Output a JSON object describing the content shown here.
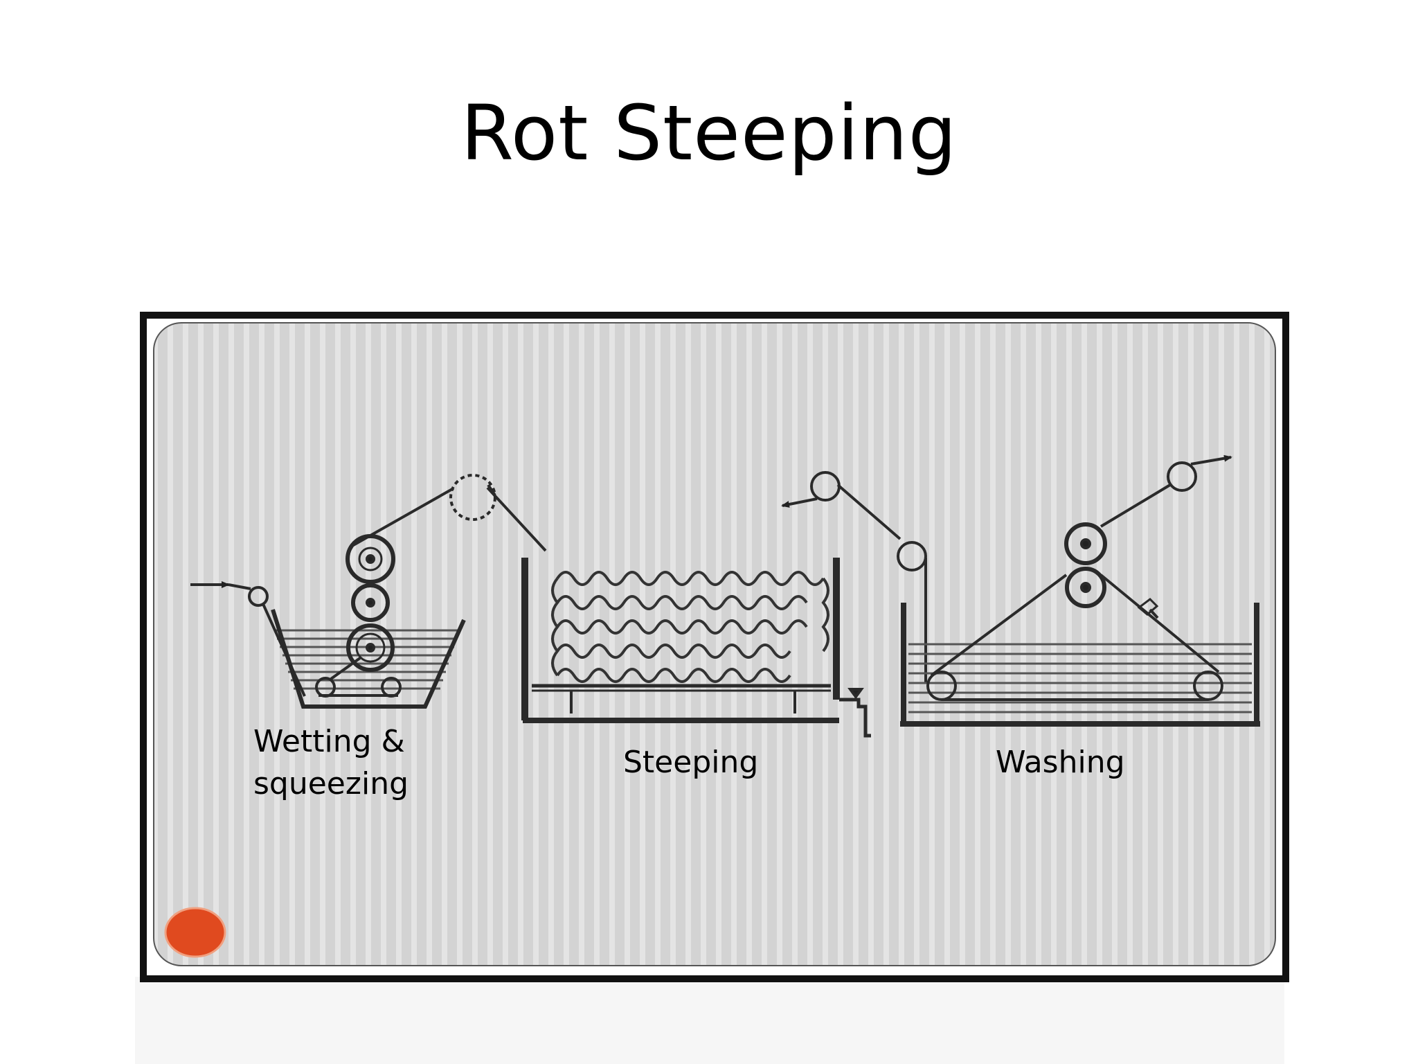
{
  "title": "Rot Steeping",
  "stages": {
    "wetting_line1": "Wetting &",
    "wetting_line2": "squeezing",
    "steeping": "Steeping",
    "washing": "Washing"
  },
  "colors": {
    "frame_border": "#111111",
    "panel_fill": "#d4d4d4",
    "stripe": "#e6e6e6",
    "bottom_marker": "#e04a1f",
    "line": "#2a2a2a"
  }
}
